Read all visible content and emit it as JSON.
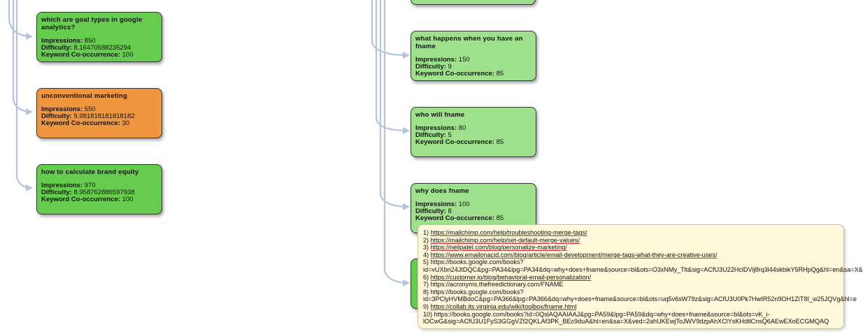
{
  "colors": {
    "connector": "#b4c4dc",
    "green_card": "#66cc4e",
    "light_green_card": "#9ee08c",
    "orange_card": "#f0963e",
    "tooltip_bg": "#fdf8d9",
    "link_underline": "#d81b1b"
  },
  "labels": {
    "impressions": "Impressions:",
    "difficulty": "Difficulty:",
    "cooccurrence": "Keyword Co-occurrence:"
  },
  "left_nodes": [
    {
      "question": "which are goal types in google analytics?",
      "impressions": "850",
      "difficulty": "8.16470588235294",
      "cooccurrence": "100",
      "color": "green"
    },
    {
      "question": "unconventional marketing",
      "impressions": "550",
      "difficulty": "9.981818181818182",
      "cooccurrence": "30",
      "color": "orange"
    },
    {
      "question": "how to calculate brand equity",
      "impressions": "970",
      "difficulty": "8.958762886597938",
      "cooccurrence": "100",
      "color": "green"
    }
  ],
  "right_nodes": [
    {
      "question": "what happens when you have an fname",
      "impressions": "150",
      "difficulty": "9",
      "cooccurrence": "85",
      "color": "light"
    },
    {
      "question": "who will fname",
      "impressions": "80",
      "difficulty": "5",
      "cooccurrence": "85",
      "color": "light"
    },
    {
      "question": "why does fname",
      "impressions": "100",
      "difficulty": "8",
      "cooccurrence": "85",
      "color": "light"
    }
  ],
  "tooltip": {
    "sources": [
      {
        "prefix": "1) ",
        "text": "https://mailchimp.com/help/troubleshooting-merge-tags/",
        "linked": true
      },
      {
        "prefix": "2) ",
        "text": "https://mailchimp.com/help/set-default-merge-values/",
        "linked": true
      },
      {
        "prefix": "3) ",
        "text": "https://neilpatel.com/blog/personalize-marketing/",
        "linked": true
      },
      {
        "prefix": "4) ",
        "text": "https://www.emailonacid.com/blog/article/email-development/merge-tags-what-they-are-creative-uses/",
        "linked": true
      },
      {
        "prefix": "5) ",
        "text": "https://books.google.com/books?",
        "linked": false
      },
      {
        "prefix": "",
        "text": "id=vUXbn24JtDQC&pg=PA34&lpg=PA34&dq=why+does+fname&source=bl&ots=O3xNMy_Tlt&sig=ACfU3U22HclDVij8rq3l44skbikY5RHpQg&hl=en&sa=X&",
        "linked": false
      },
      {
        "prefix": "6) ",
        "text": "https://customer.io/blog/behavioral-email-personalization/",
        "linked": true
      },
      {
        "prefix": "7) ",
        "text": "https://acronyms.thefreedictionary.com/FNAME",
        "linked": false
      },
      {
        "prefix": "8) ",
        "text": "https://books.google.com/books?",
        "linked": false
      },
      {
        "prefix": "",
        "text": "id=3PClyHVMBdoC&pg=PA366&lpg=PA366&dq=why+does+fname&source=bl&ots=uq5v6sW79z&sig=ACfU3U0Pk7HwIR52n9OH1ZiT8I_w25JQVg&hl=e",
        "linked": false
      },
      {
        "prefix": "9) ",
        "text": "https://collab.its.virginia.edu/wiki/toolbox/fname.html",
        "linked": true
      },
      {
        "prefix": "10) ",
        "text": "https://books.google.com/books?id=0QslAQAAIAAJ&pg=PA59&lpg=PA59&dq=why+does+fname&source=bl&ots=vK_i-",
        "linked": false
      },
      {
        "prefix": "",
        "text": "lOCwG&sig=ACfU3U1FyS3GGgVZf2QKLAf3PK_BEc9duA&hl=en&sa=X&ved=2ahUKEwjToJWV9dzpAhXClYsKHdtlCnsQ6AEwEXoECGMQAQ",
        "linked": false
      }
    ]
  }
}
